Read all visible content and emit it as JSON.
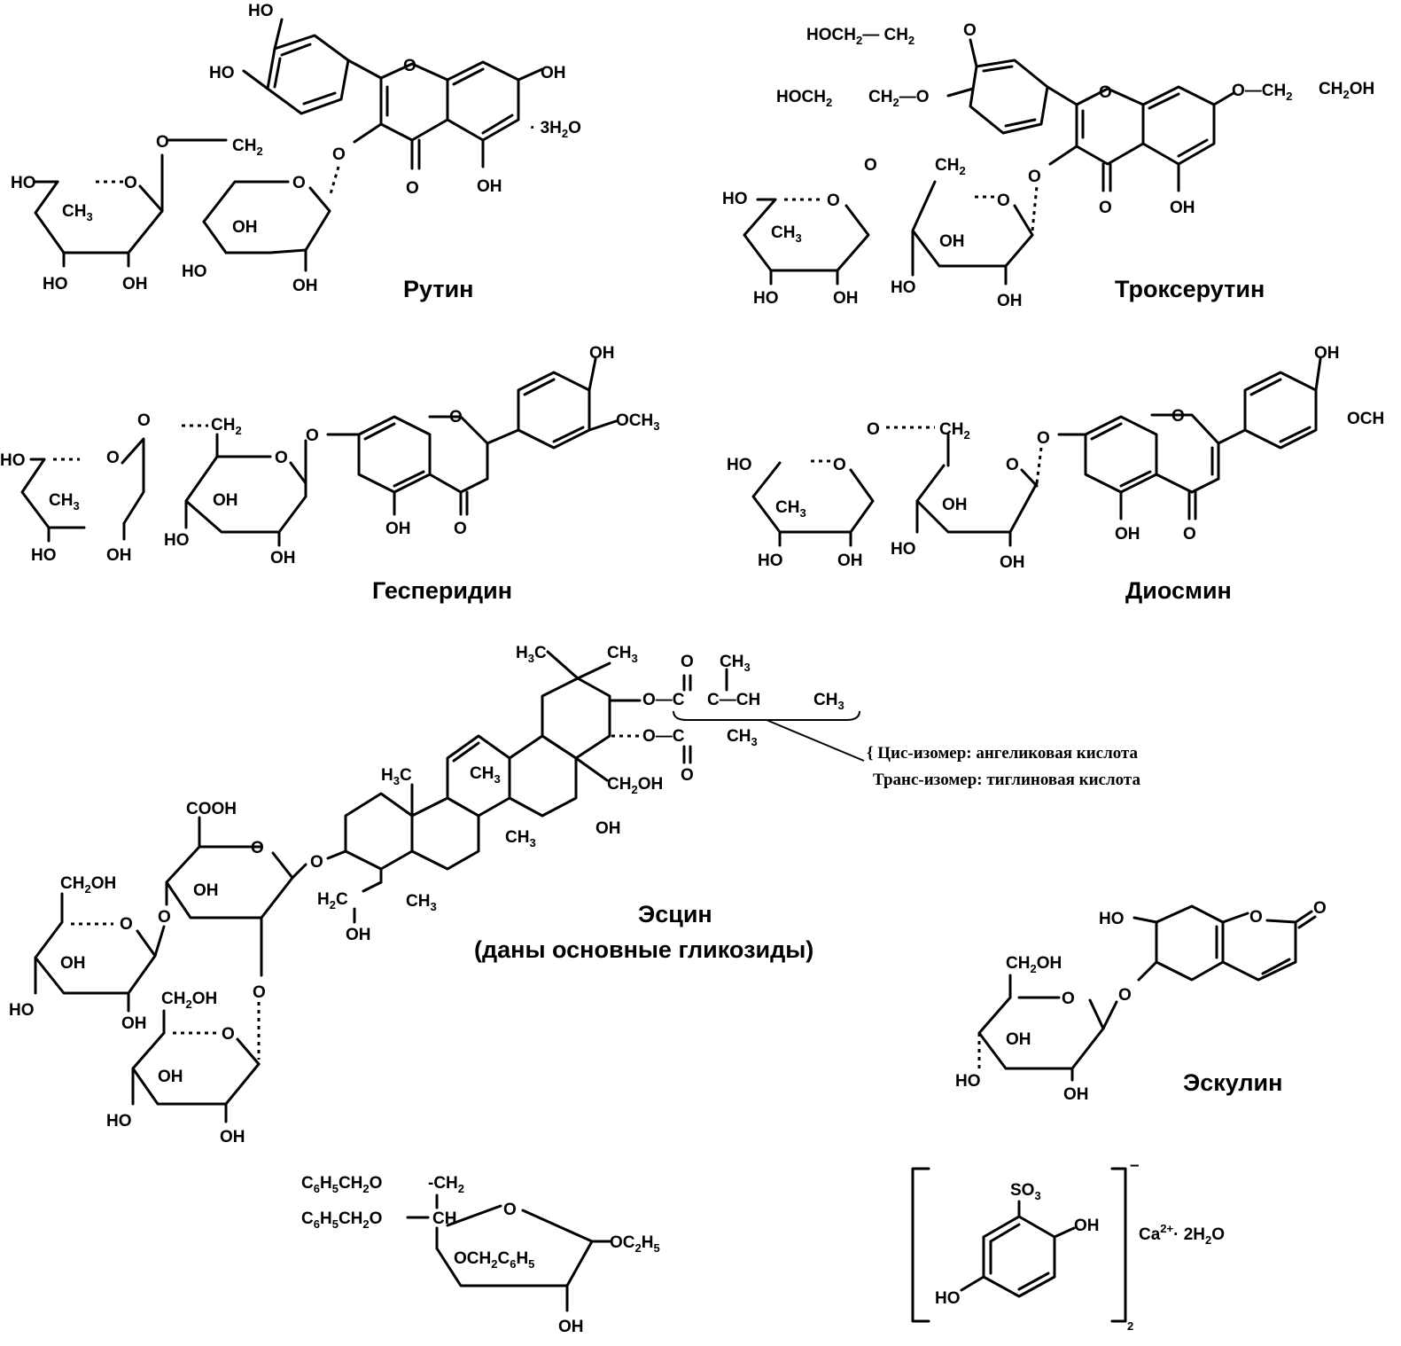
{
  "names": {
    "rutin": "Рутин",
    "troxerutin": "Троксерутин",
    "hesperidin": "Гесперидин",
    "diosmin": "Диосмин",
    "escin": "Эсцин",
    "escin_note": "(даны основные гликозиды)",
    "esculin": "Эскулин"
  },
  "notes": {
    "cis": "Цис-изомер: ангеликовая кислота",
    "trans": "Транс-изомер: тиглиновая кислота"
  },
  "labels": {
    "HO": "HO",
    "OH": "OH",
    "O": "O",
    "CH": "CH",
    "CH3": "CH",
    "CH2": "CH",
    "sub3": "3",
    "sub2": "2",
    "sub5": "5",
    "sub6": "6",
    "water3": "· 3H",
    "water3_end": "O",
    "CH2OH": "CH",
    "CH2OH_end": "OH",
    "HOCH2": "HOCH",
    "HOCH2_dash": "HOCH",
    "CH2O": "CH",
    "OCH2": "O—CH",
    "OCH3": "OCH",
    "OCH_cut": "OCH",
    "COOH": "COOH",
    "H3C": "H",
    "H3C_end": "C",
    "H2C": "H",
    "H2C_end": "C",
    "C": "C",
    "CH_chain": "C—CH",
    "O_ester1": "O—C",
    "O_ester2": "O—C",
    "C6H5CH2O": "C",
    "C6H5CH2O_mid": "H",
    "C6H5CH2O_mid2": "CH",
    "C6H5CH2O_end": "O",
    "OCH2C6H5": "OCH",
    "OC2H5": "OC",
    "SO3": "SO",
    "Ca": "Ca",
    "Ca_sup": "2+",
    "Ca_water": "· 2H",
    "minus": "–",
    "two": "2"
  }
}
